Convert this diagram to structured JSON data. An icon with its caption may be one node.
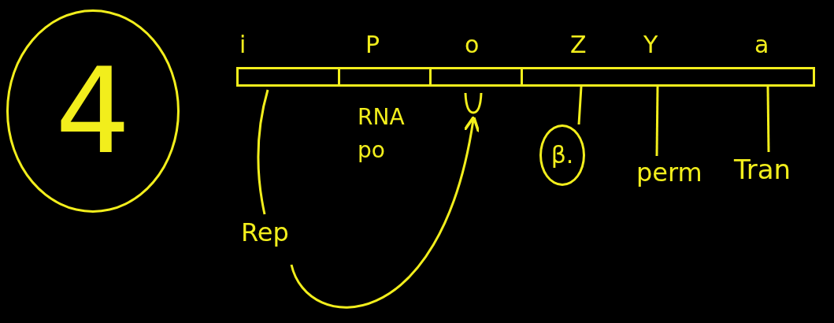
{
  "diagram": {
    "nodes": [
      {
        "text": [
          "4"
        ]
      },
      {
        "text": [
          "i"
        ]
      },
      {
        "text": [
          "P"
        ],
        "beside": [
          "RNA po"
        ]
      },
      {
        "text": [
          "o"
        ]
      },
      {
        "text": [
          "Z"
        ]
      },
      {
        "text": [
          "Y"
        ]
      },
      {
        "text": [
          "a"
        ]
      },
      {
        "text": [
          "β."
        ]
      },
      {
        "text": [
          "perm"
        ]
      },
      {
        "text": [
          "Tran"
        ]
      },
      {
        "text": [
          "Rep"
        ]
      },
      {
        "text": [],
        "shape": "cup"
      }
    ],
    "edges": [
      {
        "from": 1,
        "to": 10,
        "arrow": "none"
      },
      {
        "from": 10,
        "to": 11,
        "arrow": "to"
      },
      {
        "from": 4,
        "to": 7,
        "arrow": "none"
      },
      {
        "from": 5,
        "to": 8,
        "arrow": "none"
      },
      {
        "from": 6,
        "to": 9,
        "arrow": "none"
      }
    ]
  }
}
